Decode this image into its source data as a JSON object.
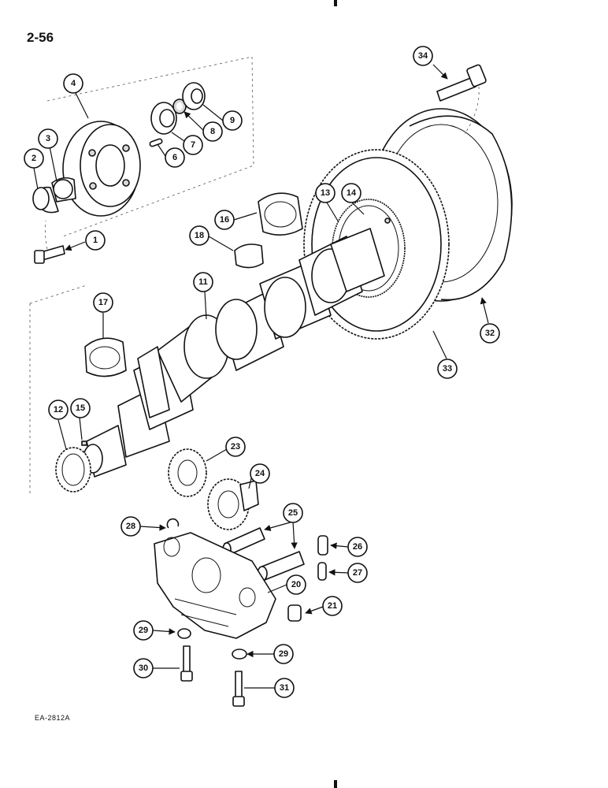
{
  "page_number": "2-56",
  "figure_code": "EA-2812A",
  "callouts": [
    "1",
    "2",
    "3",
    "4",
    "6",
    "7",
    "8",
    "9",
    "11",
    "12",
    "13",
    "14",
    "15",
    "16",
    "17",
    "18",
    "20",
    "21",
    "23",
    "24",
    "25",
    "26",
    "27",
    "28",
    "29",
    "29",
    "30",
    "31",
    "32",
    "33",
    "34"
  ]
}
